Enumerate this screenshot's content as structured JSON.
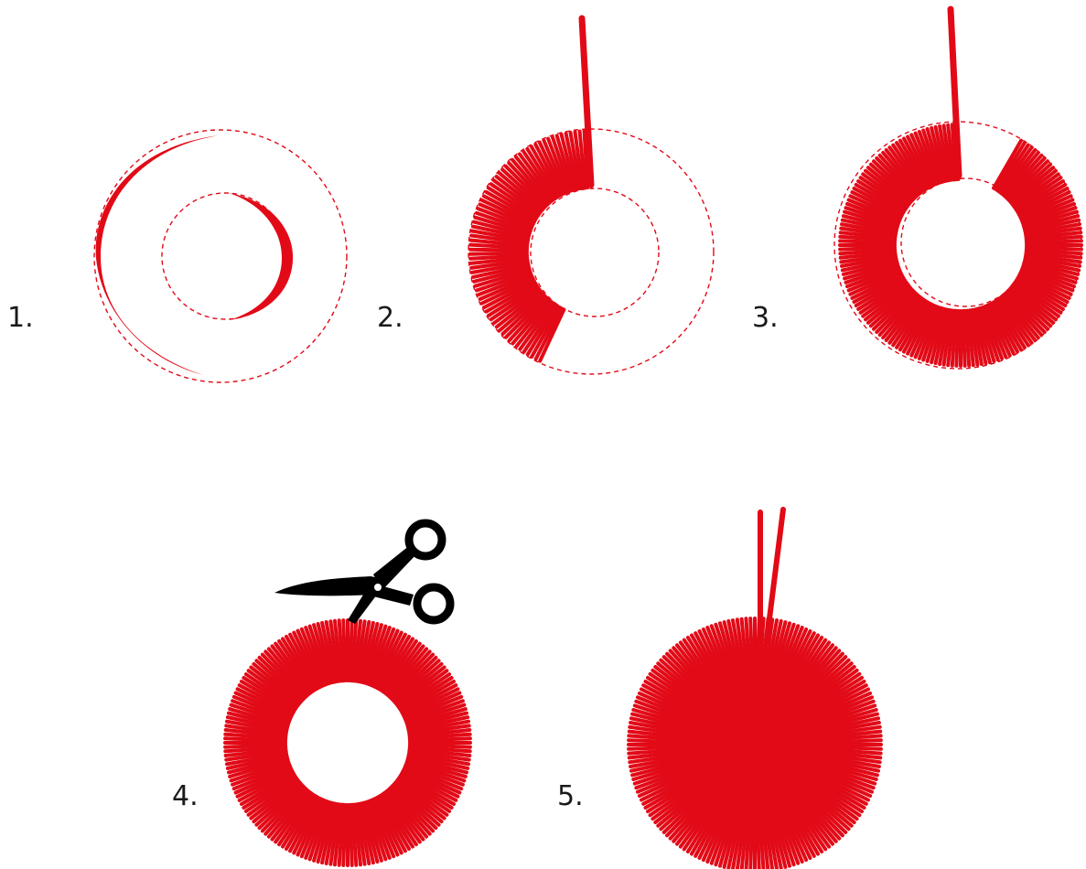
{
  "colors": {
    "yarn": "#e20a17",
    "guide": "#e20a17",
    "scissors": "#000000",
    "background": "#ffffff",
    "label": "#1a1a1a"
  },
  "icons": {
    "scissors": "scissors-icon"
  },
  "steps": [
    {
      "label": "1.",
      "description_icon": "ring-guides-partial-yarn"
    },
    {
      "label": "2.",
      "description_icon": "yarn-wrapped-half-with-tail"
    },
    {
      "label": "3.",
      "description_icon": "yarn-wrapped-almost-full-with-tail"
    },
    {
      "label": "4.",
      "description_icon": "full-ring-cut-with-scissors"
    },
    {
      "label": "5.",
      "description_icon": "finished-pompom-with-ties"
    }
  ]
}
